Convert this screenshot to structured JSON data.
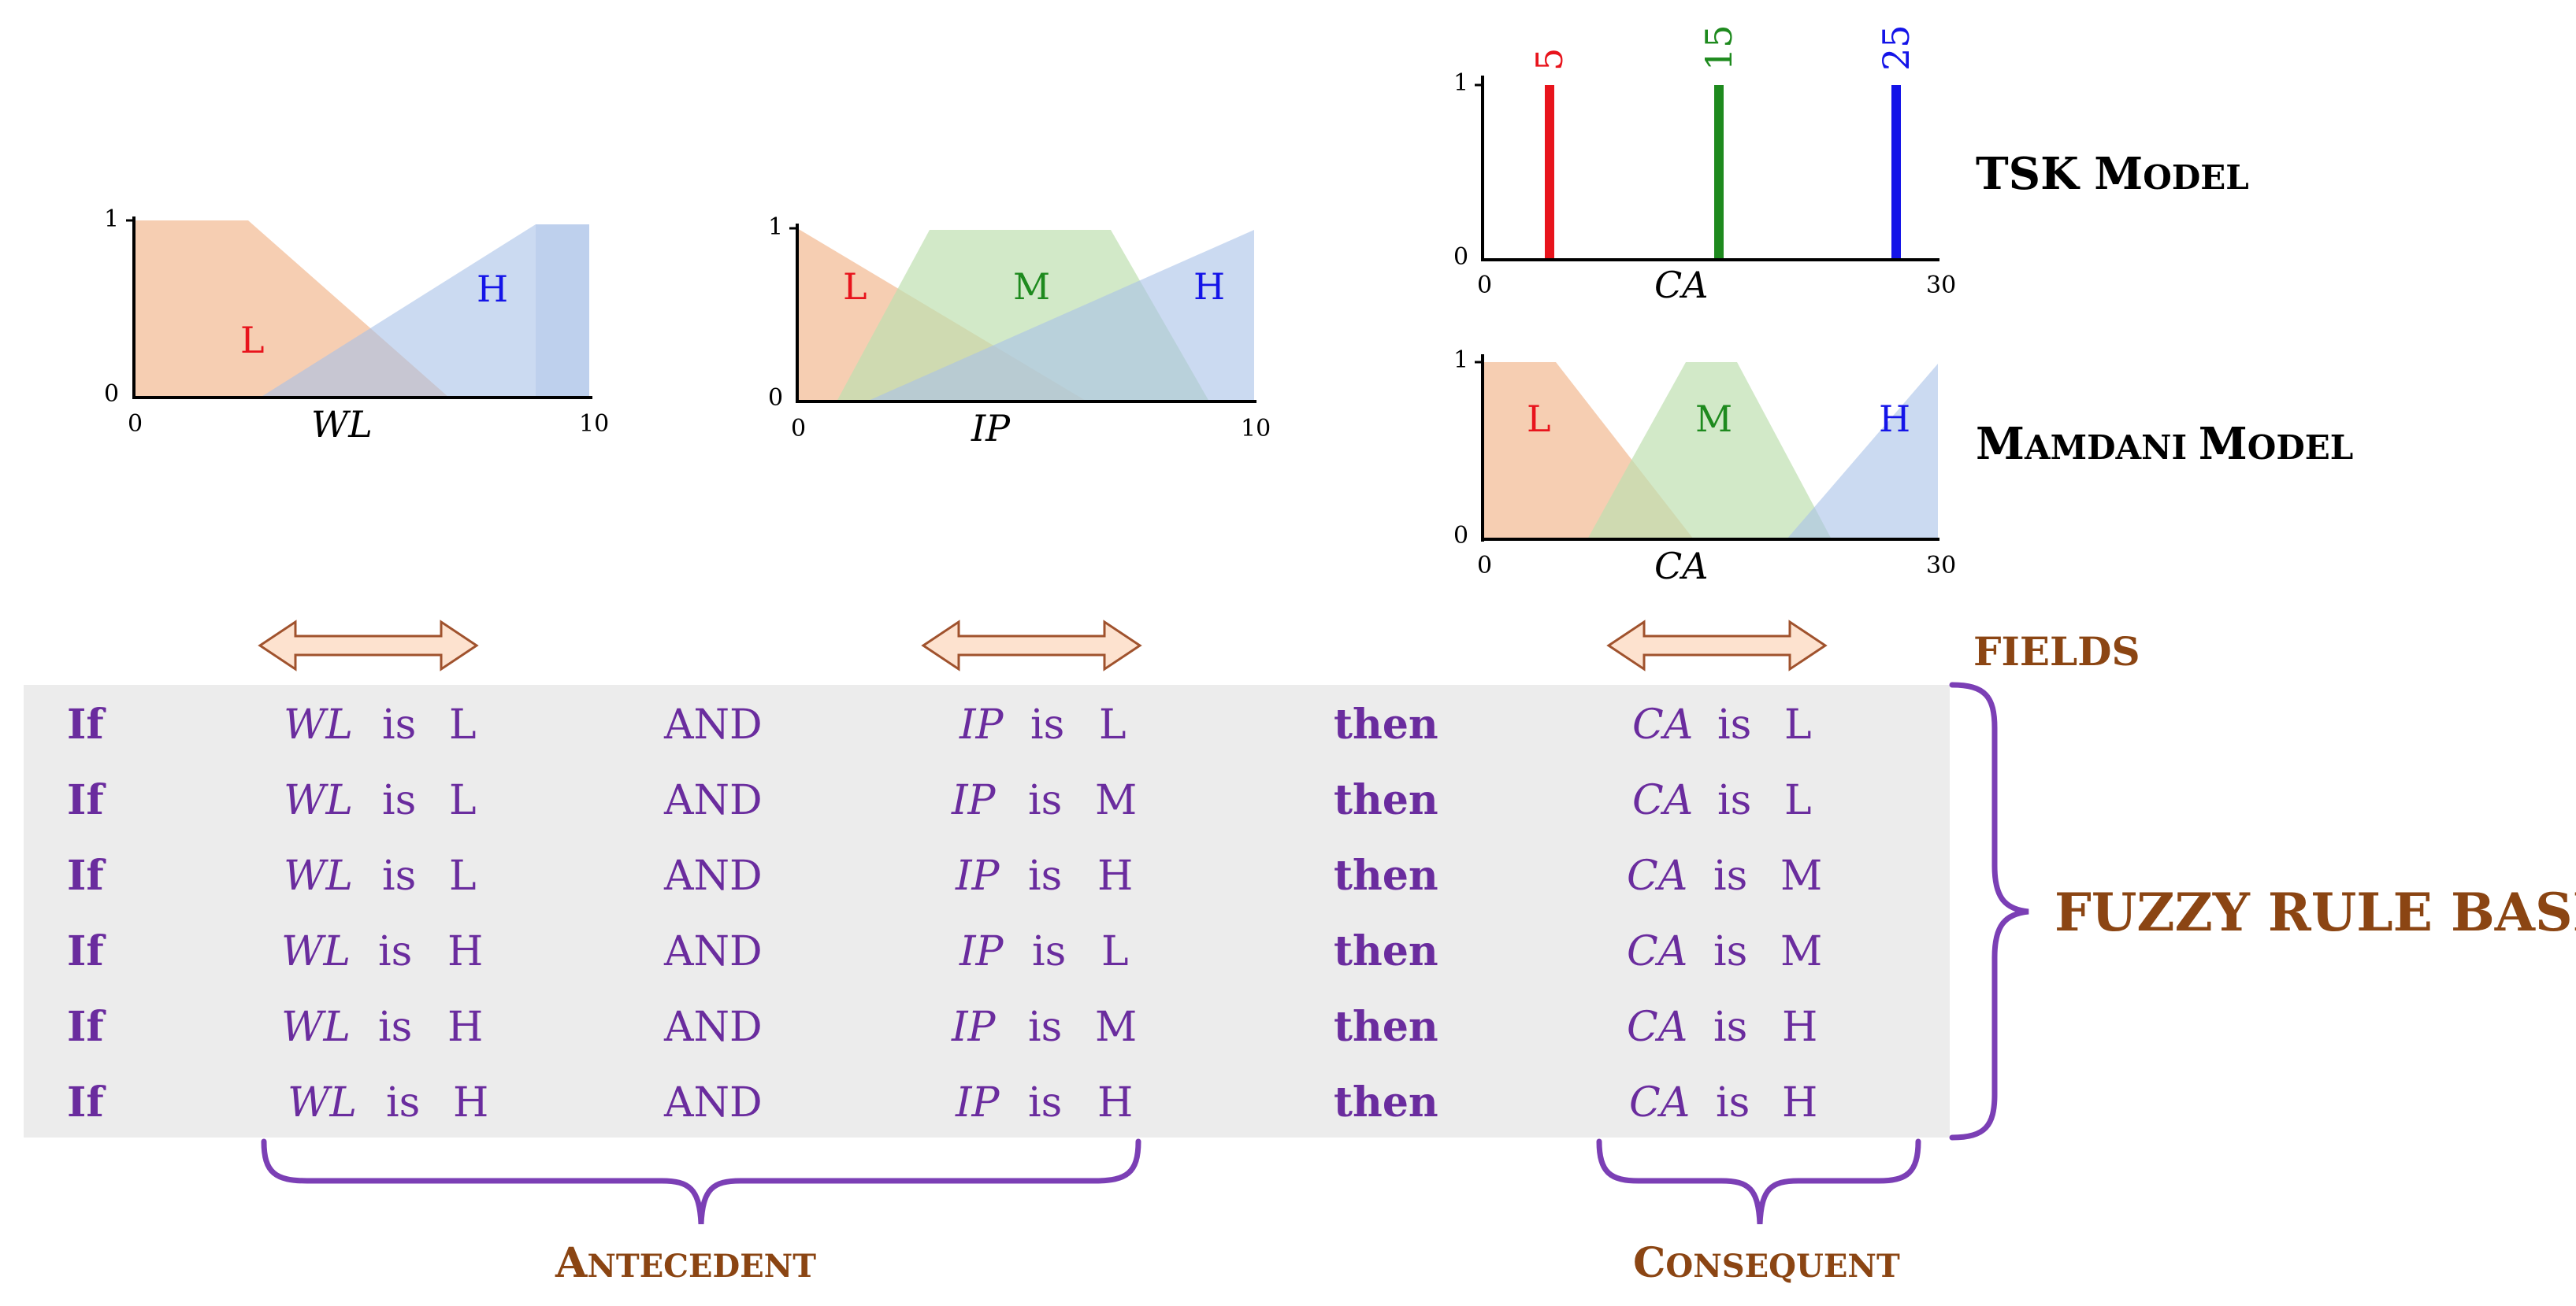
{
  "charts": {
    "wl": {
      "xlabel": "WL",
      "ymin": "0",
      "ymax": "1",
      "xmin": "0",
      "xmax": "10",
      "labels": {
        "L": "L",
        "H": "H"
      }
    },
    "ip": {
      "xlabel": "IP",
      "ymin": "0",
      "ymax": "1",
      "xmin": "0",
      "xmax": "10",
      "labels": {
        "L": "L",
        "M": "M",
        "H": "H"
      }
    },
    "tsk": {
      "xlabel": "CA",
      "ymin": "0",
      "ymax": "1",
      "xmin": "0",
      "xmax": "30",
      "spikes": [
        {
          "value": "5",
          "color": "#e8141c"
        },
        {
          "value": "15",
          "color": "#1e8a1e"
        },
        {
          "value": "25",
          "color": "#1414e8"
        }
      ]
    },
    "mamdani": {
      "xlabel": "CA",
      "ymin": "0",
      "ymax": "1",
      "xmin": "0",
      "xmax": "30",
      "labels": {
        "L": "L",
        "M": "M",
        "H": "H"
      }
    }
  },
  "labels": {
    "tsk_model": {
      "cap1": "TSK M",
      "small": "ODEL"
    },
    "mamdani_model": {
      "cap1": "M",
      "small1": "AMDANI ",
      "cap2": "M",
      "small2": "ODEL"
    },
    "fields": "FIELDS",
    "fuzzy_rule_base": "FUZZY  RULE  BASE",
    "antecedent": {
      "cap": "A",
      "small": "NTECEDENT"
    },
    "consequent": {
      "cap": "C",
      "small": "ONSEQUENT"
    }
  },
  "rules": [
    {
      "if": "If",
      "v1": "WL",
      "is1": "is",
      "t1": "L",
      "and": "AND",
      "v2": "IP",
      "is2": "is",
      "t2": "L",
      "then": "then",
      "v3": "CA",
      "is3": "is",
      "t3": "L"
    },
    {
      "if": "If",
      "v1": "WL",
      "is1": "is",
      "t1": "L",
      "and": "AND",
      "v2": "IP",
      "is2": "is",
      "t2": "M",
      "then": "then",
      "v3": "CA",
      "is3": "is",
      "t3": "L"
    },
    {
      "if": "If",
      "v1": "WL",
      "is1": "is",
      "t1": "L",
      "and": "AND",
      "v2": "IP",
      "is2": "is",
      "t2": "H",
      "then": "then",
      "v3": "CA",
      "is3": "is",
      "t3": "M"
    },
    {
      "if": "If",
      "v1": "WL",
      "is1": "is",
      "t1": "H",
      "and": "AND",
      "v2": "IP",
      "is2": "is",
      "t2": "L",
      "then": "then",
      "v3": "CA",
      "is3": "is",
      "t3": "M"
    },
    {
      "if": "If",
      "v1": "WL",
      "is1": "is",
      "t1": "H",
      "and": "AND",
      "v2": "IP",
      "is2": "is",
      "t2": "M",
      "then": "then",
      "v3": "CA",
      "is3": "is",
      "t3": "H"
    },
    {
      "if": "If",
      "v1": "WL",
      "is1": "is",
      "t1": "H",
      "and": "AND",
      "v2": "IP",
      "is2": "is",
      "t2": "H",
      "then": "then",
      "v3": "CA",
      "is3": "is",
      "t3": "H"
    }
  ],
  "colors": {
    "low_fill": "#f5c6a5",
    "mid_fill": "#bfe0b0",
    "high_fill": "#a9c1e8",
    "L_text": "#e8141c",
    "M_text": "#1e8a1e",
    "H_text": "#1414e8",
    "brown": "#8B4513",
    "purple": "#6a2c9e",
    "rule_bg": "#ececec"
  }
}
